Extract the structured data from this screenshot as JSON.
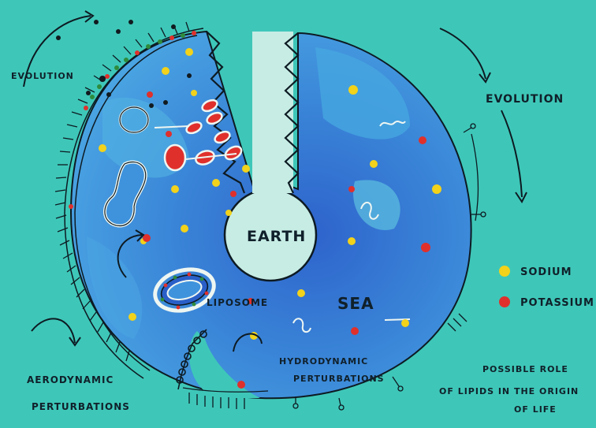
{
  "labels": {
    "evolution_left": "EVOLUTION",
    "evolution_right": "EVOLUTION",
    "earth": "EARTH",
    "sea": "SEA",
    "liposome": "LIPOSOME",
    "hydrodynamic_line1": "HYDRODYNAMIC",
    "hydrodynamic_line2": "PERTURBATIONS",
    "aerodynamic_line1": "AERODYNAMIC",
    "aerodynamic_line2": "PERTURBATIONS",
    "caption_line1": "POSSIBLE ROLE",
    "caption_line2": "OF LIPIDS IN THE ORIGIN",
    "caption_line3": "OF LIFE"
  },
  "legend": [
    {
      "label": "SODIUM",
      "color": "#f2d21a"
    },
    {
      "label": "POTASSIUM",
      "color": "#e0302c"
    }
  ],
  "colors": {
    "paper": "#3ec7b8",
    "sea_light": "#3f93dd",
    "sea_deep": "#2a5fc8",
    "earth": "#bfe9e0",
    "ink": "#0d1a22",
    "sodium": "#f2d21a",
    "potassium": "#e0302c"
  }
}
